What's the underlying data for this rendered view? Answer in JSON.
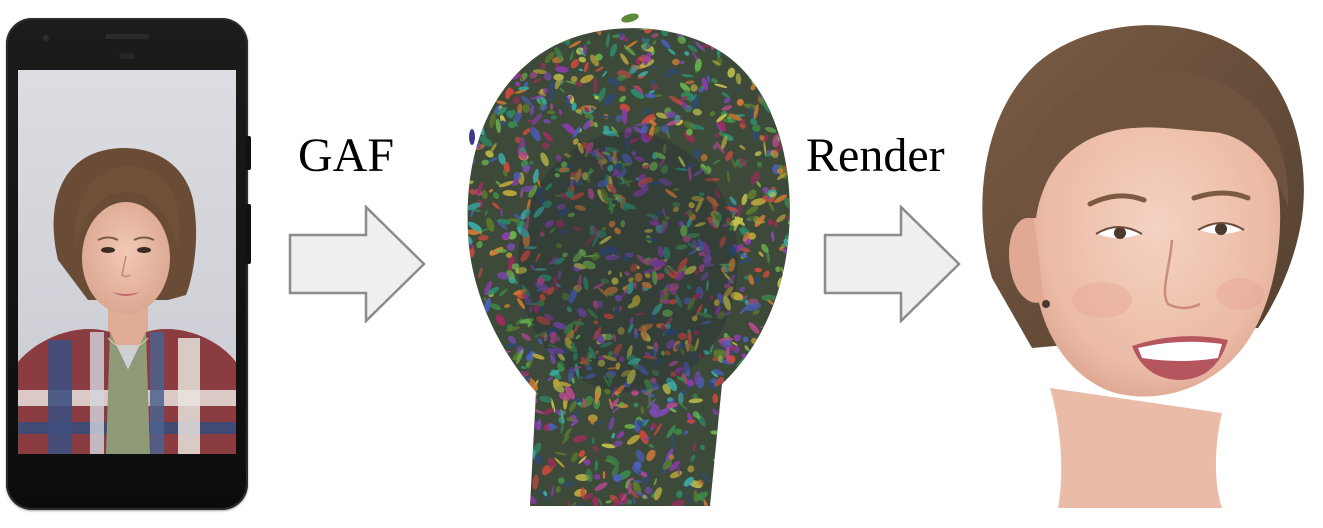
{
  "labels": {
    "gaf": "GAF",
    "render": "Render"
  },
  "colors": {
    "arrow_fill": "#efefef",
    "arrow_stroke": "#8c8c8c",
    "phone_body": "#111111",
    "hair": "#6b4f3a",
    "skin": "#efc3b0"
  },
  "icons": {
    "arrow_1": "right-arrow-icon",
    "arrow_2": "right-arrow-icon"
  },
  "panels": {
    "input": "smartphone-video-of-person",
    "middle": "colored-gaussian-splat-head",
    "output": "rendered-photoreal-face"
  }
}
